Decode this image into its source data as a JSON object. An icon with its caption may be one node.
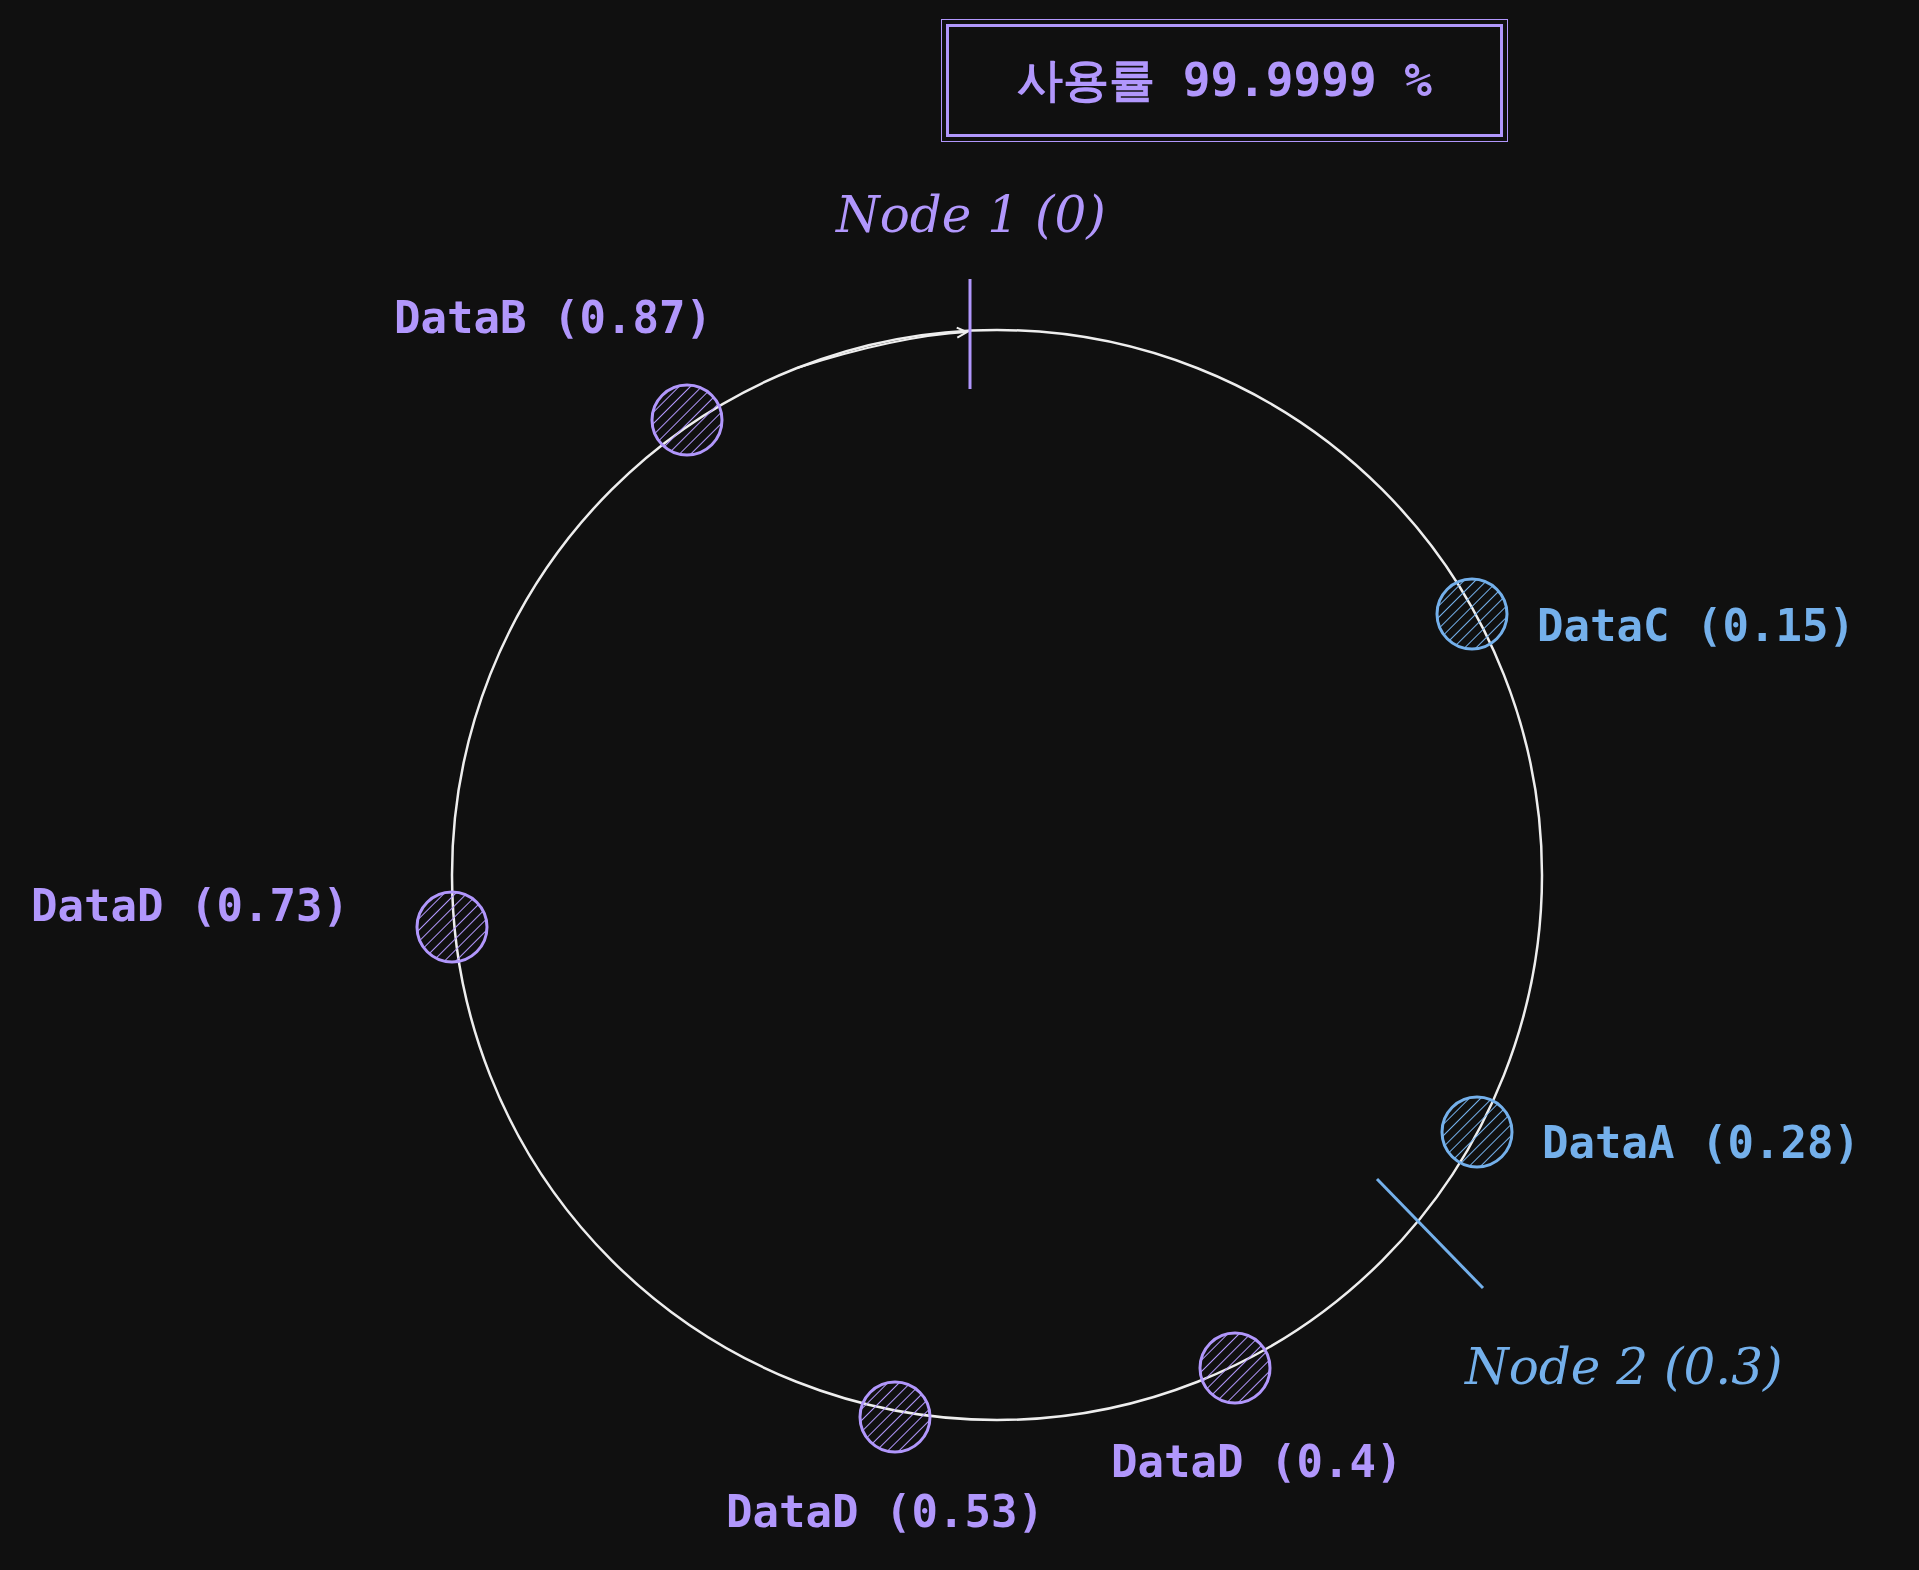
{
  "diagram": {
    "nodes": [
      {
        "text": [
          "사용률 99.9999 %"
        ]
      },
      {
        "text": [],
        "shape": "bar",
        "beside": [
          "Node 1 (0)"
        ]
      },
      {
        "text": [],
        "shape": "circle",
        "beside": [
          "DataB (0.87)"
        ]
      },
      {
        "text": [],
        "shape": "circle",
        "beside": [
          "DataC (0.15)"
        ]
      },
      {
        "text": [],
        "shape": "circle",
        "beside": [
          "DataD (0.73)"
        ]
      },
      {
        "text": [],
        "shape": "circle",
        "beside": [
          "DataA (0.28)"
        ]
      },
      {
        "text": [],
        "shape": "bar",
        "beside": [
          "Node 2 (0.3)"
        ]
      },
      {
        "text": [],
        "shape": "circle",
        "beside": [
          "DataD (0.4)"
        ]
      },
      {
        "text": [],
        "shape": "circle",
        "beside": [
          "DataD (0.53)"
        ]
      }
    ],
    "edges": []
  }
}
